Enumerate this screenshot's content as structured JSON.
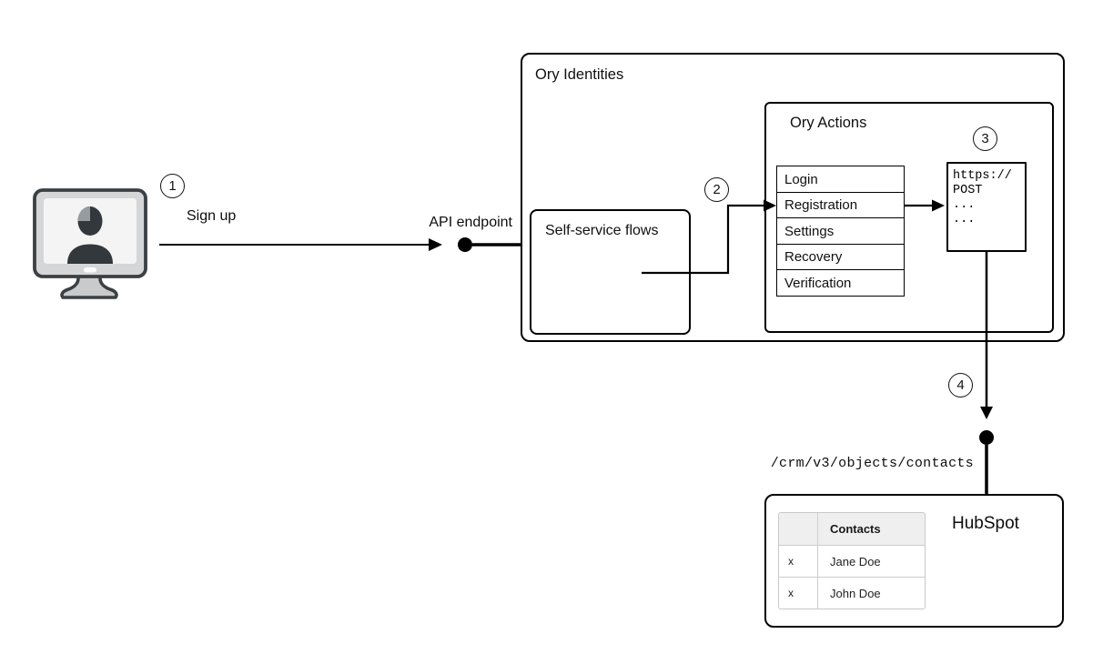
{
  "steps": [
    "1",
    "2",
    "3",
    "4"
  ],
  "labels": {
    "sign_up": "Sign up",
    "api_endpoint": "API endpoint",
    "crm_path": "/crm/v3/objects/contacts"
  },
  "ory_identities": {
    "title": "Ory Identities",
    "self_service_flows": {
      "title": "Self-service flows"
    },
    "ory_actions": {
      "title": "Ory Actions",
      "flows": [
        "Login",
        "Registration",
        "Settings",
        "Recovery",
        "Verification"
      ],
      "webhook_request": {
        "lines": [
          "https://",
          "POST",
          "...",
          "..."
        ]
      }
    }
  },
  "hubspot": {
    "title": "HubSpot",
    "contacts_table": {
      "headers": [
        "",
        "Contacts"
      ],
      "rows": [
        [
          "x",
          "Jane Doe"
        ],
        [
          "x",
          "John Doe"
        ]
      ]
    }
  },
  "icons": {
    "user_computer": "user-on-computer-icon",
    "endpoint_dot": "endpoint-dot"
  },
  "colors": {
    "line": "#000000",
    "box_border": "#000000",
    "table_header_bg": "#efefef",
    "table_border": "#cdcdcd",
    "monitor_body": "#d5d6d7",
    "monitor_screen": "#f4f4f4",
    "silhouette": "#33383d"
  }
}
